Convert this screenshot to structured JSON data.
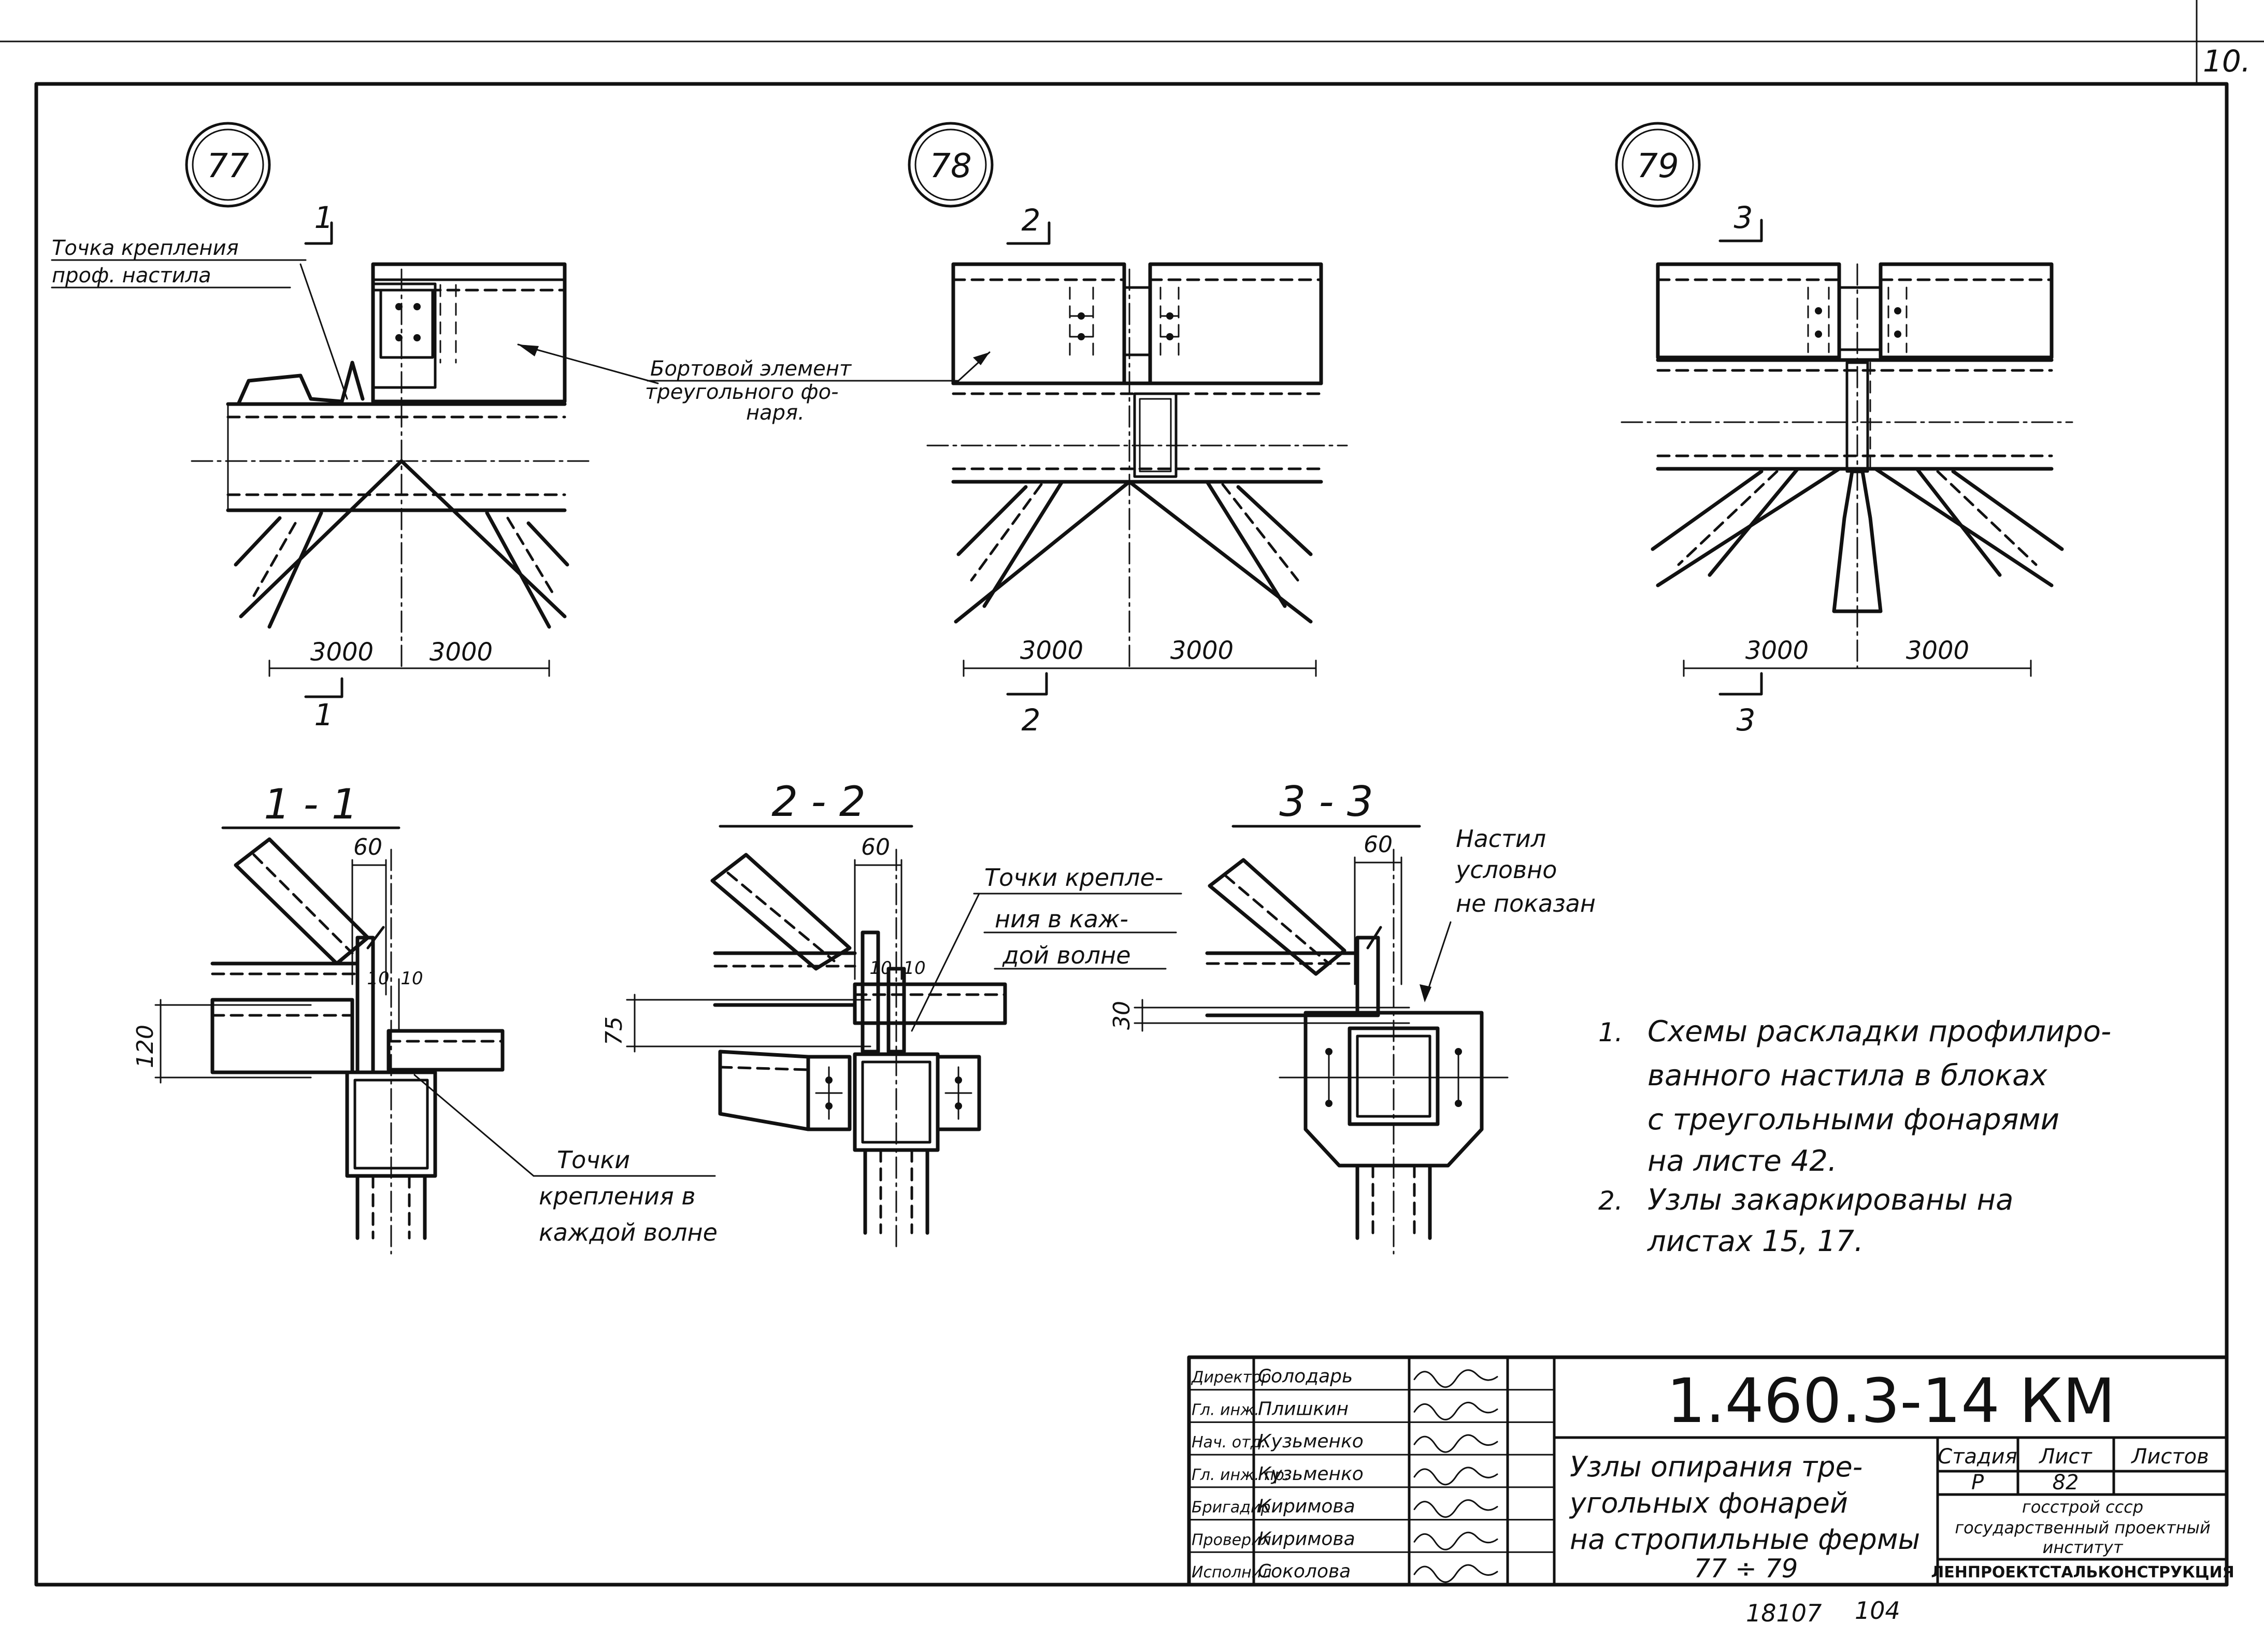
{
  "sheet": {
    "corner_number": "10.",
    "footer_left": "18107",
    "footer_right": "104"
  },
  "nodes": [
    {
      "id": "77",
      "section_mark": "1",
      "dim_left": "3000",
      "dim_right": "3000"
    },
    {
      "id": "78",
      "section_mark": "2",
      "dim_left": "3000",
      "dim_right": "3000"
    },
    {
      "id": "79",
      "section_mark": "3",
      "dim_left": "3000",
      "dim_right": "3000"
    }
  ],
  "callouts": {
    "fastening_point": [
      "Точка крепления",
      "проф. настила"
    ],
    "edge_element": [
      "Бортовой элемент",
      "треугольного фо-",
      "наря."
    ],
    "fastening_each_wave_a": [
      "Точки крепле-",
      "ния в каж-",
      "дой волне"
    ],
    "fastening_each_wave_b": [
      "Точки",
      "крепления в",
      "каждой волне"
    ],
    "decking_not_shown": [
      "Настил",
      "условно",
      "не показан"
    ]
  },
  "sections": [
    {
      "title": "1 - 1",
      "dim_top": "60",
      "dim_a": "10",
      "dim_b": "10",
      "dim_side": "120"
    },
    {
      "title": "2 - 2",
      "dim_top": "60",
      "dim_a": "10",
      "dim_b": "10",
      "dim_side": "75"
    },
    {
      "title": "3 - 3",
      "dim_top": "60",
      "dim_side": "30"
    }
  ],
  "notes": [
    [
      "1.",
      "Схемы раскладки профилиро-",
      "ванного настила в блоках",
      "с треугольными фонарями",
      "на листе 42."
    ],
    [
      "2.",
      "Узлы закаркированы на",
      "листах 15, 17."
    ]
  ],
  "title_block": {
    "designation": "1.460.3-14 КМ",
    "staff": [
      {
        "role": "Директор",
        "name": "Солодарь"
      },
      {
        "role": "Гл. инж.",
        "name": "Плишкин"
      },
      {
        "role": "Нач. отд.",
        "name": "Кузьменко"
      },
      {
        "role": "Гл. инж. пр.",
        "name": "Кузьменко"
      },
      {
        "role": "Бригадир",
        "name": "Киримова"
      },
      {
        "role": "Проверил",
        "name": "Киримова"
      },
      {
        "role": "Исполнил",
        "name": "Соколова"
      }
    ],
    "title_lines": [
      "Узлы опирания тре-",
      "угольных фонарей",
      "на стропильные фермы",
      "77 ÷ 79"
    ],
    "stage_label": "Стадия",
    "sheet_label": "Лист",
    "sheets_label": "Листов",
    "stage_value": "Р",
    "sheet_value": "82",
    "org_lines": [
      "госстрой ссср",
      "государственный проектный",
      "институт"
    ],
    "org_name": "ЛЕНПРОЕКТСТАЛЬКОНСТРУКЦИЯ"
  }
}
